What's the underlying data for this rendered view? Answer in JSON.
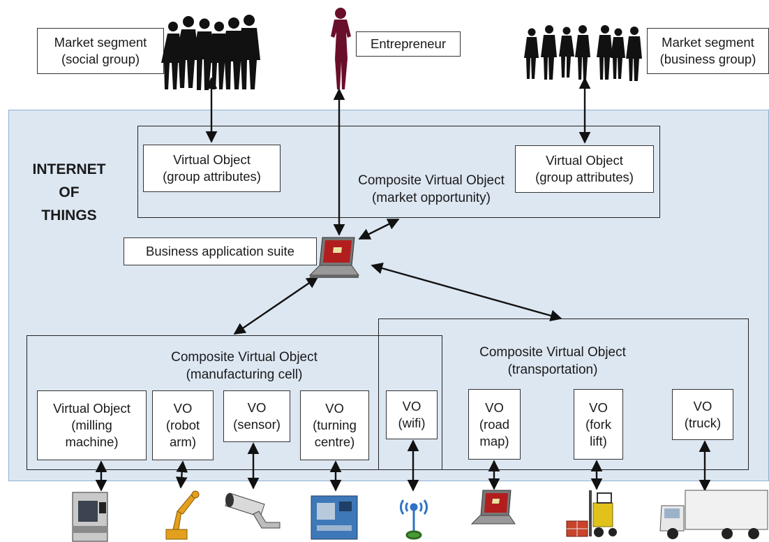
{
  "iot_title": "INTERNET\nOF\nTHINGS",
  "top": {
    "market_social": "Market segment\n(social group)",
    "entrepreneur": "Entrepreneur",
    "market_business": "Market segment\n(business group)"
  },
  "market_cvo": {
    "label": "Composite Virtual Object\n(market opportunity)",
    "vo_left": "Virtual Object\n(group attributes)",
    "vo_right": "Virtual Object\n(group attributes)"
  },
  "business_suite": "Business application suite",
  "manufacturing_cvo": {
    "label": "Composite Virtual Object\n(manufacturing cell)",
    "vo_milling": "Virtual Object\n(milling\nmachine)",
    "vo_robot": "VO\n(robot\narm)",
    "vo_sensor": "VO\n(sensor)",
    "vo_turning": "VO\n(turning\ncentre)"
  },
  "transport_cvo": {
    "label": "Composite Virtual Object\n(transportation)",
    "vo_wifi": "VO\n(wifi)",
    "vo_roadmap": "VO\n(road\nmap)",
    "vo_forklift": "VO\n(fork\nlift)",
    "vo_truck": "VO\n(truck)"
  },
  "colors": {
    "panel_fill": "#dde7f2",
    "panel_border": "#8fb0d3",
    "entrepreneur": "#6a0f2a",
    "silhouette": "#111111"
  },
  "icons": [
    "social-group-silhouettes",
    "entrepreneur-silhouette",
    "business-group-silhouettes",
    "laptop-icon",
    "milling-machine-icon",
    "robot-arm-icon",
    "security-camera-icon",
    "turning-centre-icon",
    "wifi-antenna-icon",
    "laptop-icon",
    "forklift-icon",
    "truck-icon"
  ]
}
